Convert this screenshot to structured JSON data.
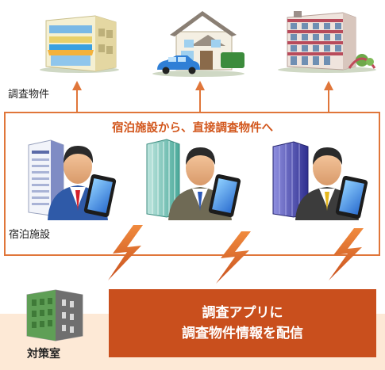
{
  "labels": {
    "survey_properties": "調査物件",
    "flow_caption": "宿泊施設から、直接調査物件へ",
    "lodging_facility": "宿泊施設",
    "task_force_room": "対策室"
  },
  "message_box": {
    "line1": "調査アプリに",
    "line2": "調査物件情報を配信"
  },
  "colors": {
    "accent_orange": "#d2561c",
    "box_orange": "#c94f1d",
    "arrow_orange": "#e0763a",
    "bottom_band": "#fde9d6"
  }
}
